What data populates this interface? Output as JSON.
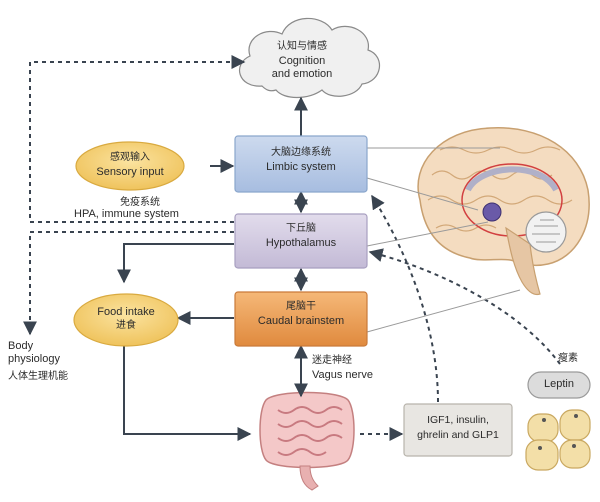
{
  "nodes": {
    "cognition": {
      "cn": "认知与情感",
      "en1": "Cognition",
      "en2": "and emotion"
    },
    "limbic": {
      "cn": "大脑边缘系统",
      "en": "Limbic system"
    },
    "hypothalamus": {
      "cn": "下丘脑",
      "en": "Hypothalamus"
    },
    "brainstem": {
      "cn": "尾脑干",
      "en": "Caudal brainstem"
    },
    "sensory": {
      "cn": "感观输入",
      "en": "Sensory input"
    },
    "food": {
      "en": "Food intake",
      "cn": "进食"
    },
    "hormones": {
      "en1": "IGF1, insulin,",
      "en2": "ghrelin and GLP1"
    },
    "leptin": {
      "cn": "瘦素",
      "en": "Leptin"
    }
  },
  "labels": {
    "hpa_cn": "免疫系统",
    "hpa_en": "HPA, immune system",
    "body_en1": "Body",
    "body_en2": "physiology",
    "body_cn": "人体生理机能",
    "vagus_cn": "迷走神经",
    "vagus_en": "Vagus nerve"
  },
  "colors": {
    "limbic_fill": "#b8cbe6",
    "limbic_border": "#8aa6cc",
    "hypo_fill": "#d4cde0",
    "hypo_border": "#a89fc0",
    "brainstem_fill": "#eda05c",
    "brainstem_border": "#c97a3a",
    "oval_fill": "#f6d27a",
    "oval_border": "#d9aa40",
    "arrow": "#3a4450",
    "hormone_fill": "#e8e6e2",
    "leptin_fill": "#dcdcdc",
    "fat_cell": "#f3dfa8",
    "brain_outline": "#c8a070"
  }
}
